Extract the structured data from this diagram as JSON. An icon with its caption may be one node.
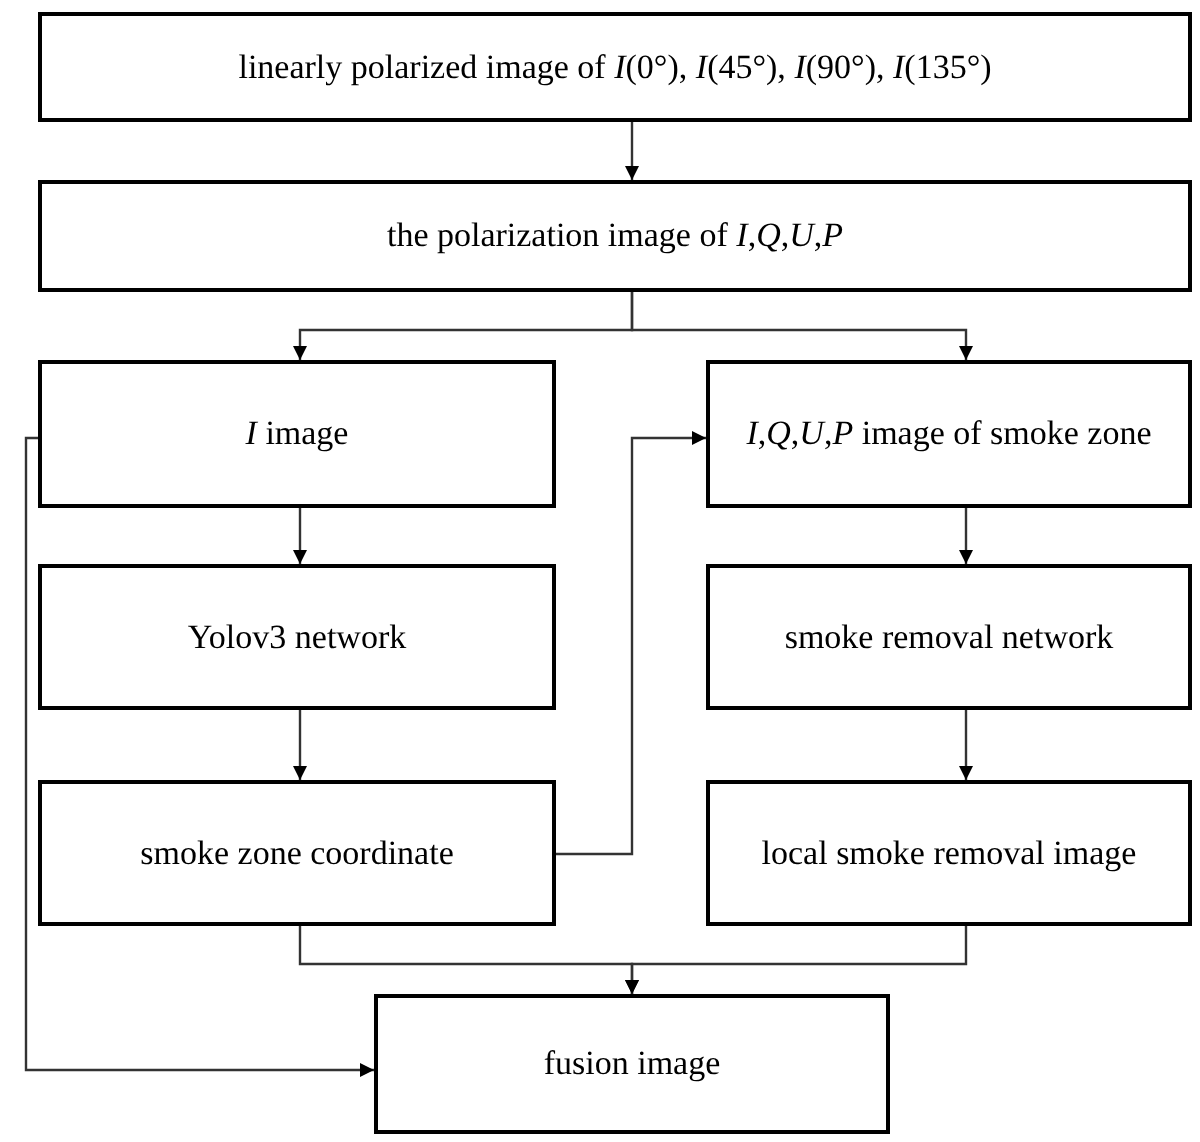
{
  "diagram": {
    "nodes": [
      {
        "text": [
          "linearly polarized image of *I*(0°), *I*(45°), *I*(90°), *I*(135°)"
        ]
      },
      {
        "text": [
          "the polarization image of *I*,*Q*,*U*,*P*"
        ]
      },
      {
        "text": [
          "*I* image"
        ]
      },
      {
        "text": [
          "*I*,*Q*,*U*,*P* image of smoke zone"
        ]
      },
      {
        "text": [
          "Yolov3 network"
        ]
      },
      {
        "text": [
          "smoke removal network"
        ]
      },
      {
        "text": [
          "smoke zone coordinate"
        ]
      },
      {
        "text": [
          "local smoke removal image"
        ]
      },
      {
        "text": [
          "fusion image"
        ]
      }
    ],
    "edges": [
      {
        "from": 0,
        "to": 1,
        "arrow": "to"
      },
      {
        "from": 1,
        "to": 2,
        "arrow": "to"
      },
      {
        "from": 1,
        "to": 3,
        "arrow": "to"
      },
      {
        "from": 2,
        "to": 4,
        "arrow": "to"
      },
      {
        "from": 4,
        "to": 6,
        "arrow": "to"
      },
      {
        "from": 6,
        "to": 3,
        "arrow": "to"
      },
      {
        "from": 3,
        "to": 5,
        "arrow": "to"
      },
      {
        "from": 5,
        "to": 7,
        "arrow": "to"
      },
      {
        "from": 6,
        "to": 8,
        "arrow": "to"
      },
      {
        "from": 7,
        "to": 8,
        "arrow": "to"
      },
      {
        "from": 2,
        "to": 8,
        "arrow": "to"
      }
    ]
  }
}
